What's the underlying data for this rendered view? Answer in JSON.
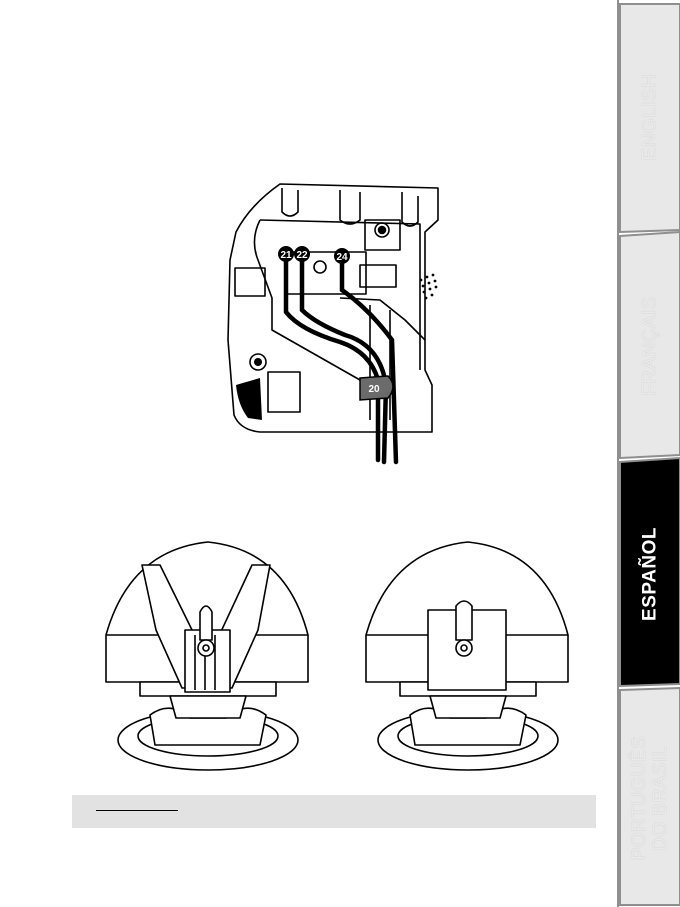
{
  "sidebar": {
    "tabs": [
      {
        "label": "ENGLISH",
        "active": false
      },
      {
        "label": "FRANÇAIS",
        "active": false
      },
      {
        "label": "ESPAÑOL",
        "active": true
      },
      {
        "label": "PORTUGUÊS\nDO BRASIL",
        "active": false
      }
    ]
  },
  "figure1": {
    "callouts": [
      "21",
      "22",
      "24",
      "20"
    ]
  },
  "colors": {
    "tab_inactive": "#e8e8e8",
    "tab_active": "#000000",
    "tab_edge": "#8f8f8f",
    "caption_bar": "#e2e2e2"
  }
}
